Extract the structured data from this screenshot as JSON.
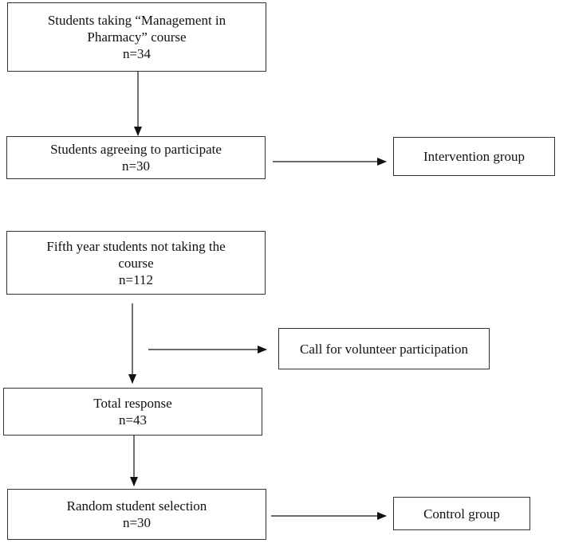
{
  "boxes": {
    "students_taking": {
      "line1": "Students taking “Management in",
      "line2": "Pharmacy” course",
      "line3": "n=34"
    },
    "students_agreeing": {
      "line1": "Students agreeing to participate",
      "line2": "n=30"
    },
    "intervention_group": {
      "line1": "Intervention group"
    },
    "fifth_year": {
      "line1": "Fifth year students not taking the",
      "line2": "course",
      "line3": "n=112"
    },
    "call_for_volunteers": {
      "line1": "Call for volunteer participation"
    },
    "total_response": {
      "line1": "Total response",
      "line2": "n=43"
    },
    "random_selection": {
      "line1": "Random student selection",
      "line2": "n=30"
    },
    "control_group": {
      "line1": "Control group"
    }
  }
}
